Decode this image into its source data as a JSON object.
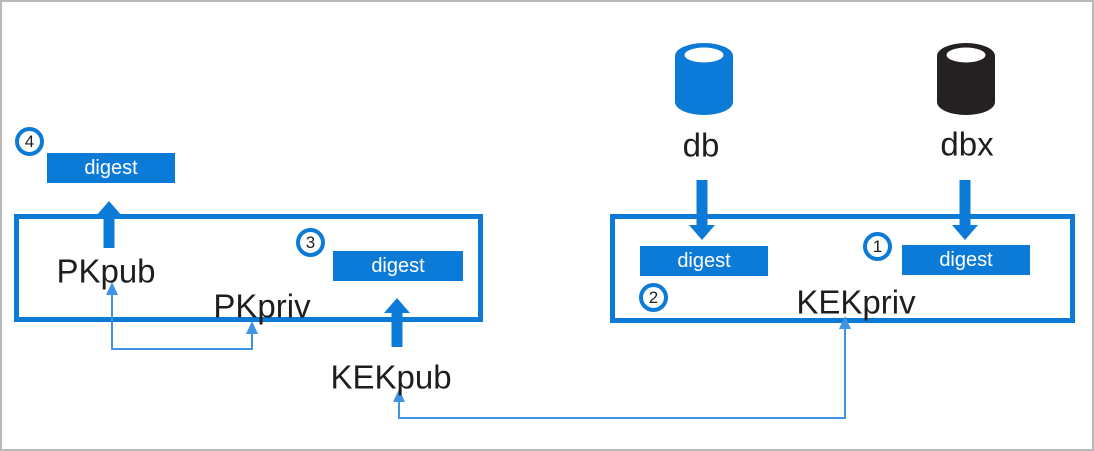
{
  "diagram": {
    "labels": {
      "pkpub": "PKpub",
      "pkpriv": "PKpriv",
      "kekpub": "KEKpub",
      "kekpriv": "KEKpriv",
      "db": "db",
      "dbx": "dbx"
    },
    "digest": {
      "label": "digest"
    },
    "steps": {
      "s1": "1",
      "s2": "2",
      "s3": "3",
      "s4": "4"
    },
    "colors": {
      "accent_blue": "#0c7bd8",
      "thin_line_blue": "#3f94e4",
      "dbx_black": "#252122",
      "frame_gray": "#b9b9b9"
    }
  }
}
